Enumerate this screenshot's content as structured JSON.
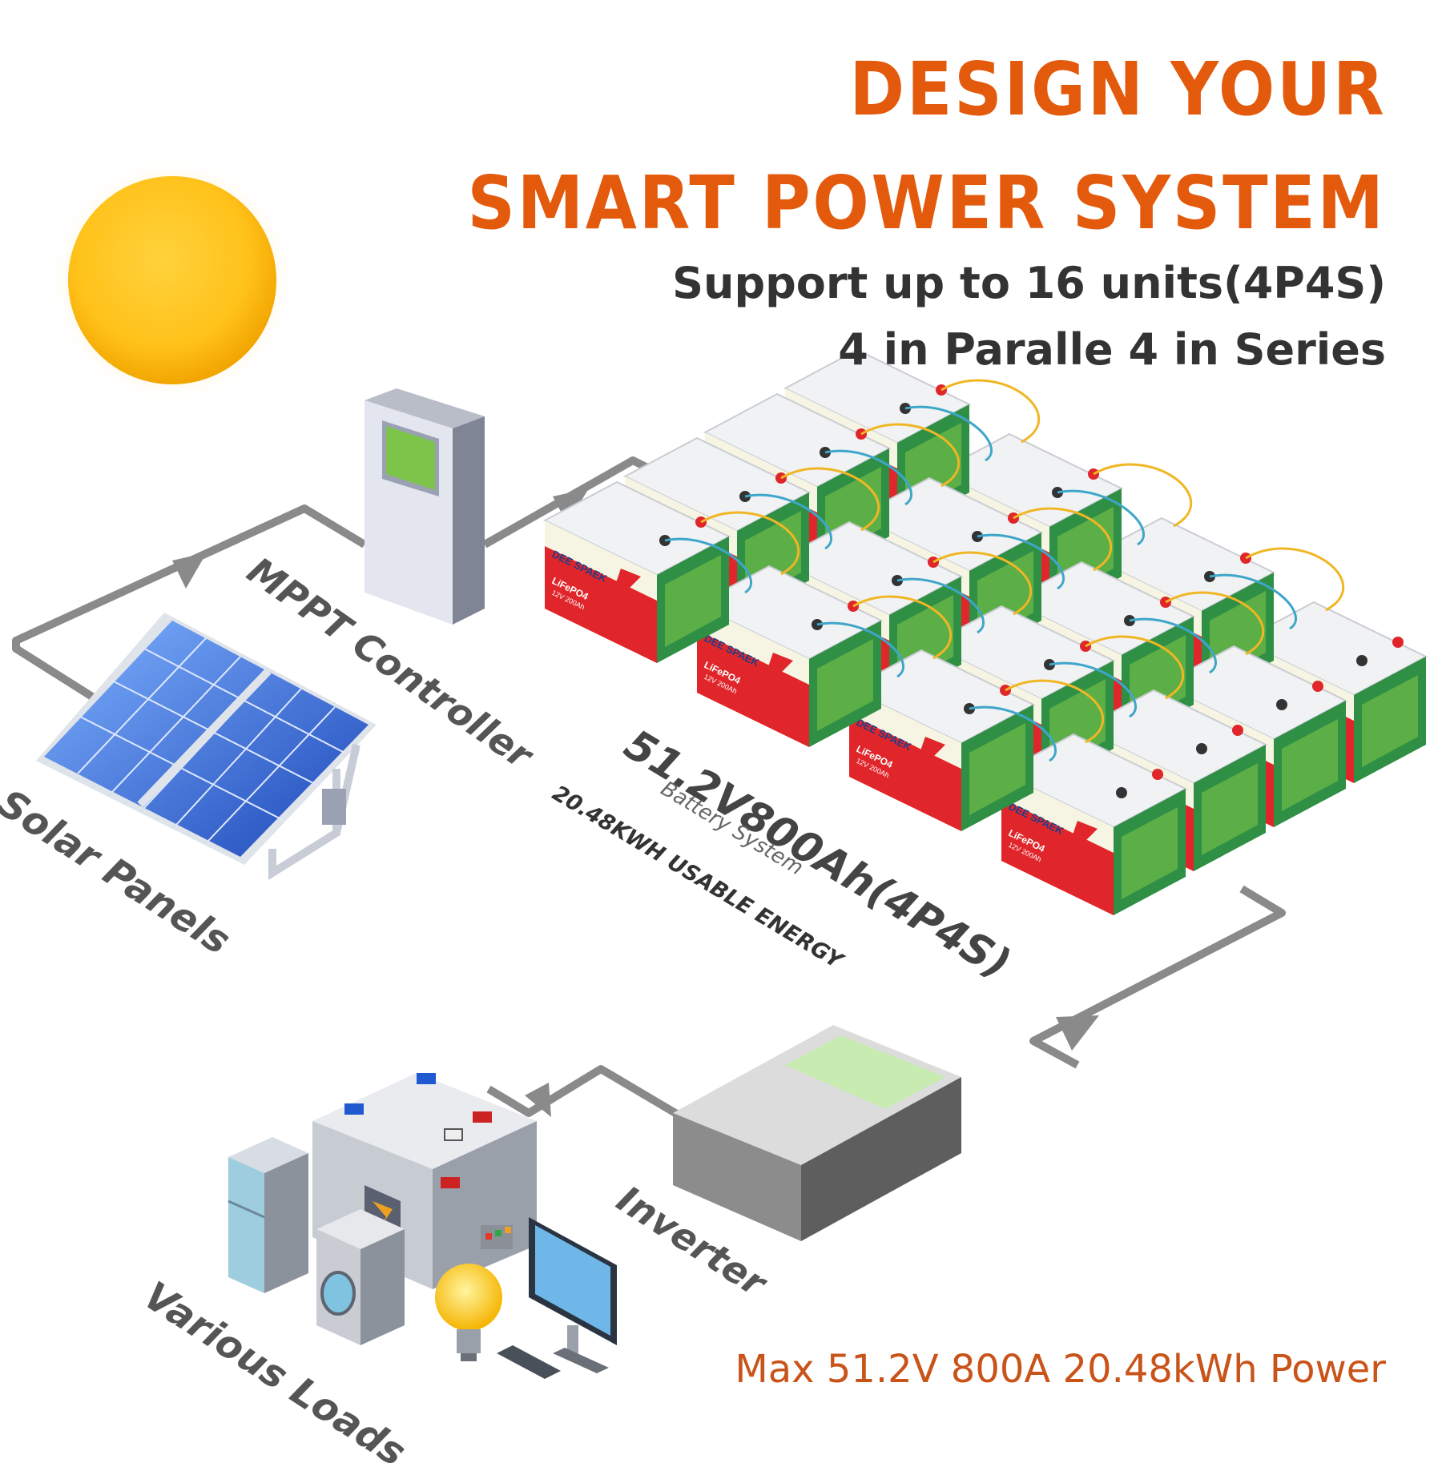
{
  "header": {
    "title_line1": "DESIGN YOUR",
    "title_line2": "SMART POWER SYSTEM",
    "subtitle_line1": "Support up to 16 units(4P4S)",
    "subtitle_line2": "4 in Paralle 4 in Series"
  },
  "labels": {
    "mppt": "MPPT Controller",
    "solar": "Solar Panels",
    "inverter": "Inverter",
    "loads": "Various Loads"
  },
  "battery_system": {
    "capacity": "51.2V800Ah(4P4S)",
    "system": "Battery System",
    "usable": "20.48KWH USABLE ENERGY",
    "unit_brand": "DEE SPAEK",
    "unit_chem": "LiFePO4",
    "unit_spec": "12V 200Ah",
    "unit_count": 16
  },
  "footer": "Max 51.2V 800A 20.48kWh Power",
  "colors": {
    "accent": "#e35a0c",
    "battery_red": "#e0262a",
    "solar_blue": "#2f5fd0",
    "screen_green": "#7cc44a"
  }
}
